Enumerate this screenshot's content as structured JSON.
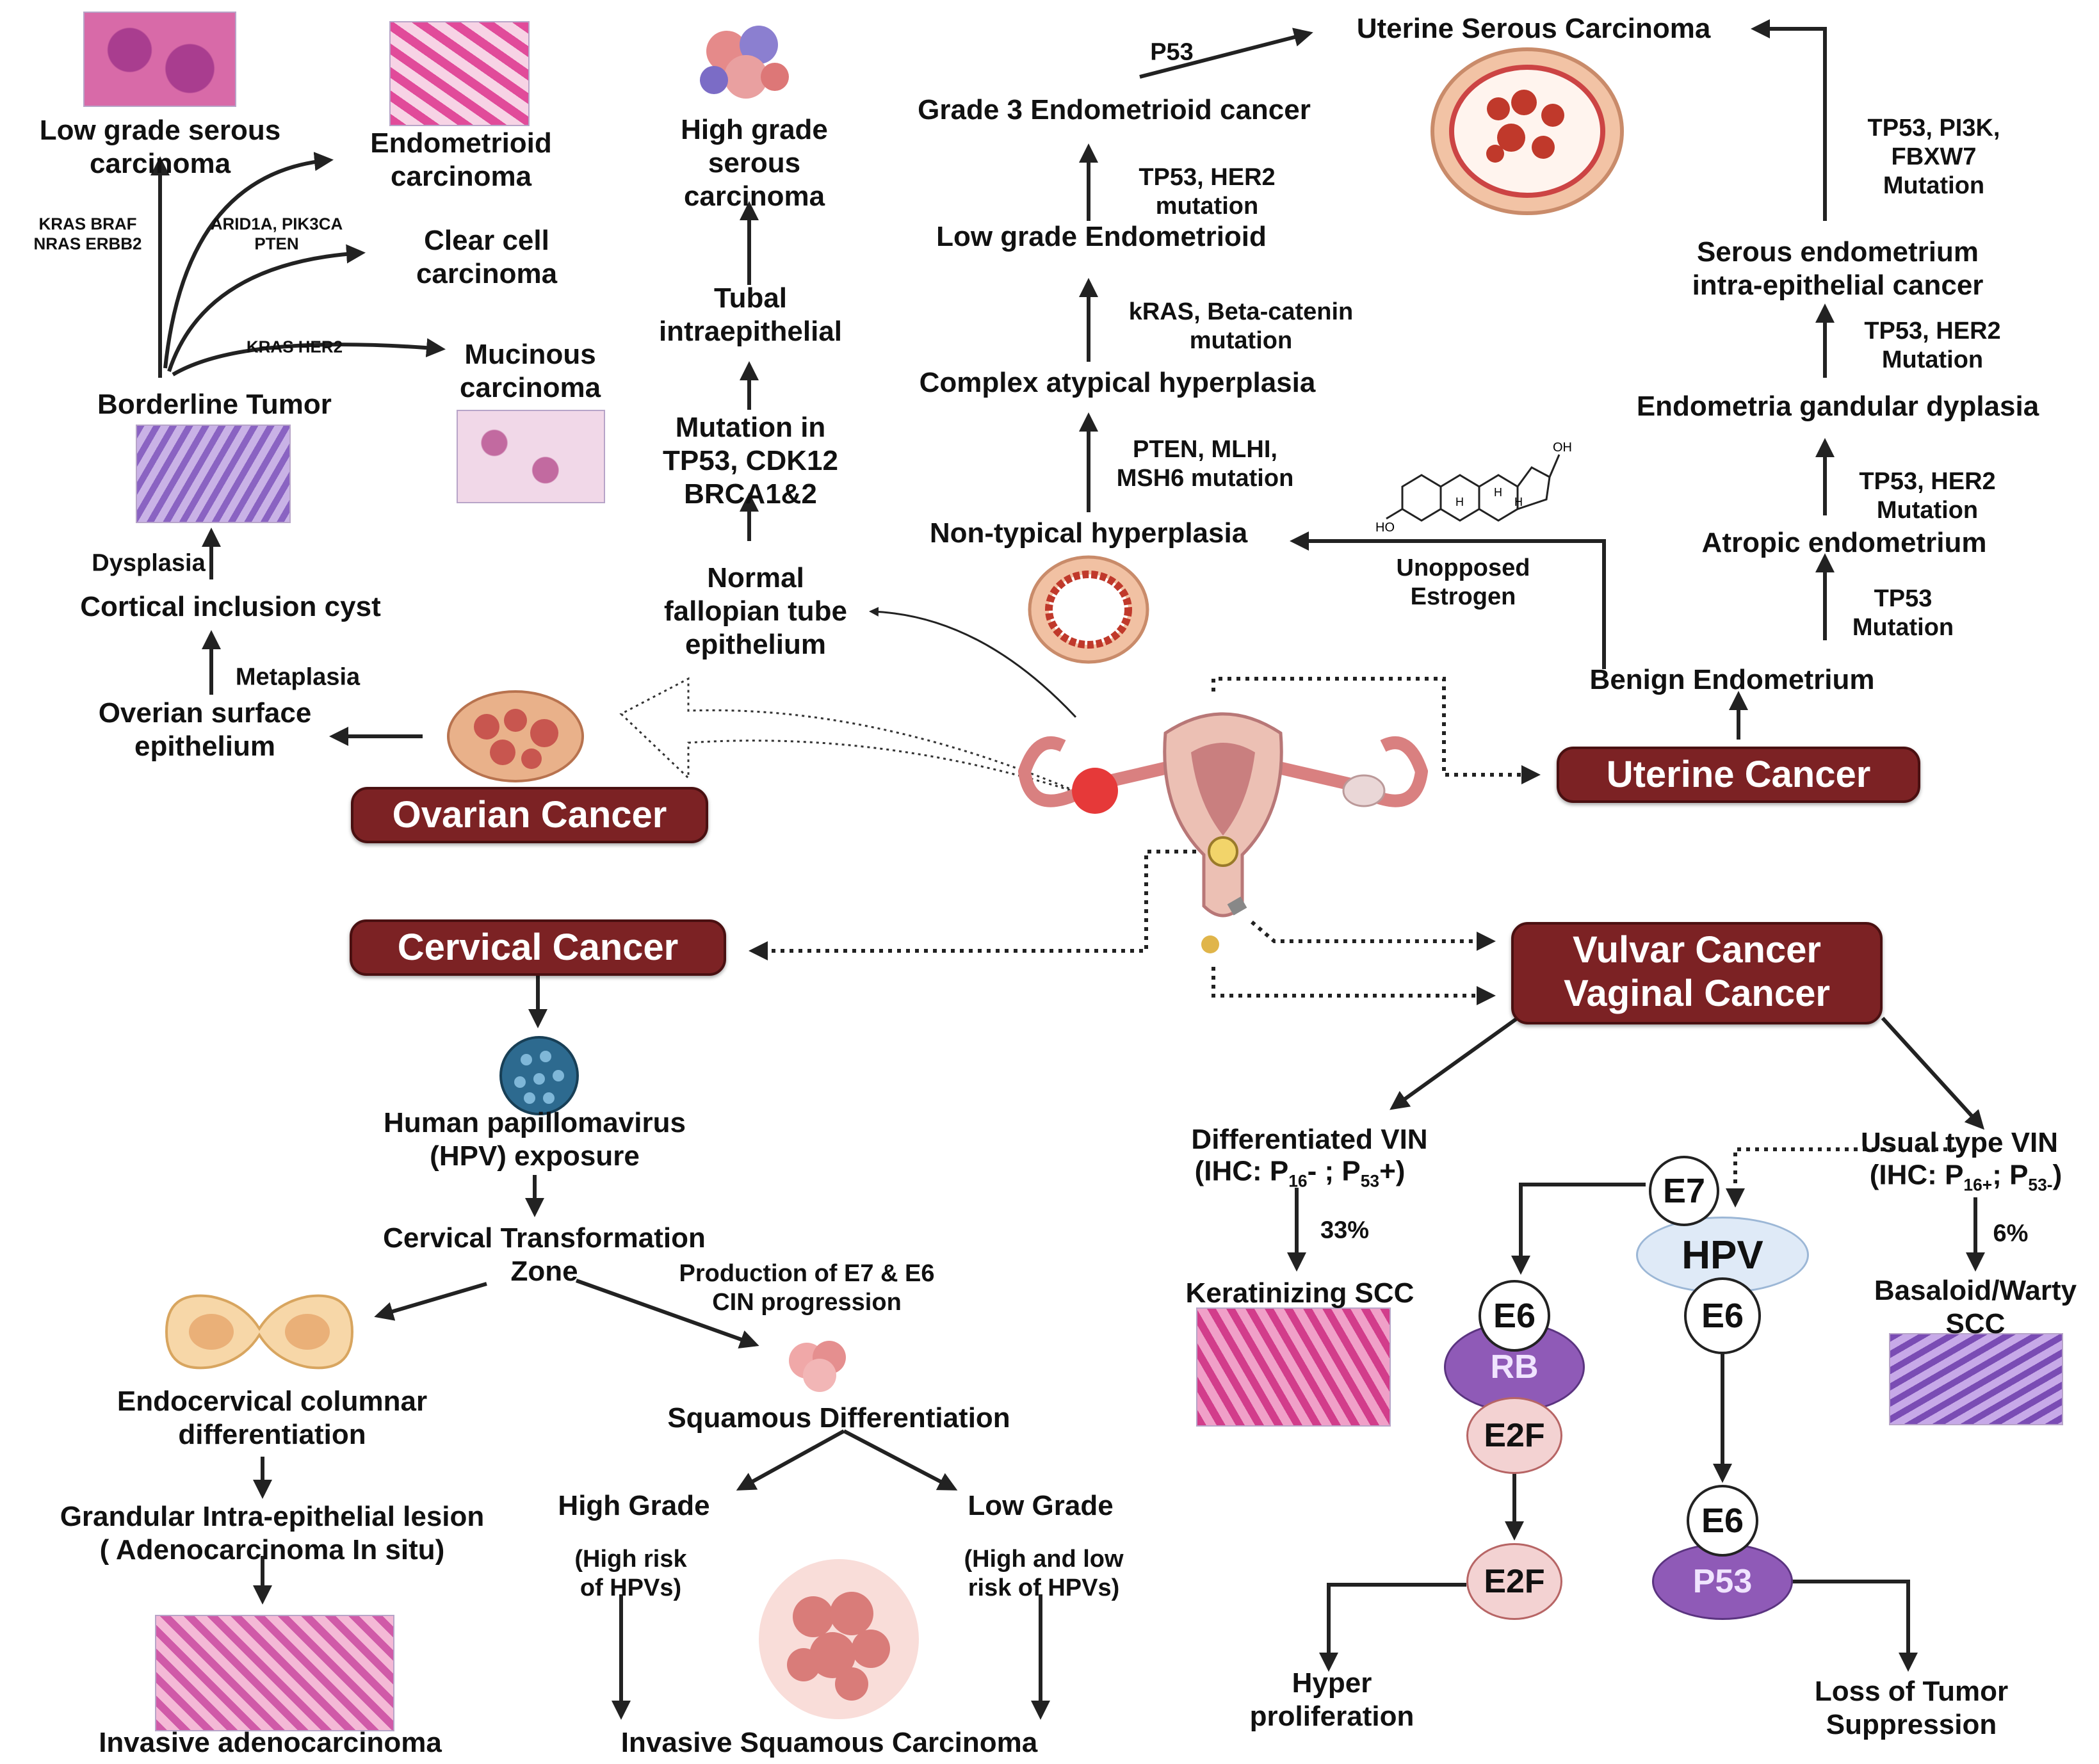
{
  "colors": {
    "maroon": "#7c2224",
    "purple": "#8f5ab7",
    "pink_node": "#f3d2d2",
    "hpv_oval": "#dfeaf7",
    "histo_pink": "#d86aa8",
    "histo_purple": "#8a63c2"
  },
  "icons": [
    "ovary-icon",
    "uterus-icon",
    "hpv-virus-icon",
    "estradiol-structure-icon",
    "tumor-cross-section-icon",
    "cell-cluster-icon"
  ],
  "labels": {
    "ovarian": "Ovarian Cancer",
    "uterine": "Uterine Cancer",
    "cervical": "Cervical Cancer",
    "vulvar_l1": "Vulvar Cancer",
    "vulvar_l2": "Vaginal Cancer"
  },
  "ovarian": {
    "low_grade_serous": "Low grade serous\ncarcinoma",
    "endometrioid": "Endometrioid\ncarcinoma",
    "clear_cell": "Clear cell\ncarcinoma",
    "mucinous": "Mucinous\ncarcinoma",
    "borderline": "Borderline Tumor",
    "kras_braf": "KRAS BRAF\nNRAS ERBB2",
    "arid1a": "ARID1A, PIK3CA\nPTEN",
    "kras_her2": "KRAS HER2",
    "dysplasia": "Dysplasia",
    "cortical": "Cortical inclusion cyst",
    "metaplasia": "Metaplasia",
    "surface": "Overian surface\nepithelium",
    "hgsc": "High grade\nserous\ncarcinoma",
    "tubal": "Tubal\nintraepithelial",
    "mutation": "Mutation in\nTP53, CDK12\nBRCA1&2",
    "normal_tube": "Normal\nfallopian tube\nepithelium"
  },
  "uterine": {
    "serous_carcinoma": "Uterine Serous Carcinoma",
    "p53": "P53",
    "grade3": "Grade 3  Endometrioid cancer",
    "tp53_her2_mut": "TP53, HER2\nmutation",
    "low_grade_endo": "Low grade Endometrioid",
    "kras_beta": "kRAS, Beta-catenin\nmutation",
    "complex_hyper": "Complex atypical hyperplasia",
    "pten_mlhi": "PTEN, MLHI,\nMSH6 mutation",
    "nontypical": "Non-typical hyperplasia",
    "unopposed": "Unopposed\nEstrogen",
    "benign": "Benign Endometrium",
    "tp53_pi3k": "TP53, PI3K,\nFBXW7\nMutation",
    "serous_intra": "Serous endometrium\nintra-epithelial cancer",
    "tp53_her2_a": "TP53, HER2\nMutation",
    "glandular_dys": "Endometria gandular dyplasia",
    "tp53_her2_b": "TP53, HER2\nMutation",
    "atrophic": "Atropic endometrium",
    "tp53_mut": "TP53\nMutation",
    "oh": "OH",
    "ho": "HO",
    "h1": "H",
    "h2": "H",
    "h3": "H"
  },
  "cervical": {
    "hpv_exposure": "Human papillomavirus\n(HPV)  exposure",
    "transformation": "Cervical Transformation\nZone",
    "production": "Production of E7 & E6\nCIN progression",
    "endocervical": "Endocervical columnar\ndifferentiation",
    "squamous": "Squamous Differentiation",
    "glandular_lesion": "Grandular Intra-epithelial lesion\n( Adenocarcinoma In situ)",
    "high_grade": "High Grade",
    "low_grade": "Low Grade",
    "high_risk": "(High risk\nof HPVs)",
    "high_low_risk": "(High and low\nrisk of HPVs)",
    "invasive_adeno": "Invasive adenocarcinoma",
    "invasive_squamous": "Invasive Squamous Carcinoma"
  },
  "vulvar": {
    "diff_vin_title": "Differentiated VIN",
    "diff_vin_ihc_a": "(IHC: P",
    "diff_vin_ihc_b": "16",
    "diff_vin_ihc_c": "- ; P",
    "diff_vin_ihc_d": "53",
    "diff_vin_ihc_e": "+)",
    "pct33": "33%",
    "keratinizing": "Keratinizing SCC",
    "usual_vin_title": "Usual type VIN",
    "usual_vin_ihc_a": "(IHC: P",
    "usual_vin_ihc_b": "16+",
    "usual_vin_ihc_c": "; P",
    "usual_vin_ihc_d": "53-",
    "usual_vin_ihc_e": ")",
    "pct6": "6%",
    "basaloid": "Basaloid/Warty\nSCC",
    "e7": "E7",
    "hpv": "HPV",
    "e6_left": "E6",
    "rb": "RB",
    "e2f_a": "E2F",
    "e2f_b": "E2F",
    "e6_right": "E6",
    "e6_p53": "E6",
    "p53": "P53",
    "hyper": "Hyper\nproliferation",
    "loss": "Loss of Tumor\nSuppression"
  }
}
